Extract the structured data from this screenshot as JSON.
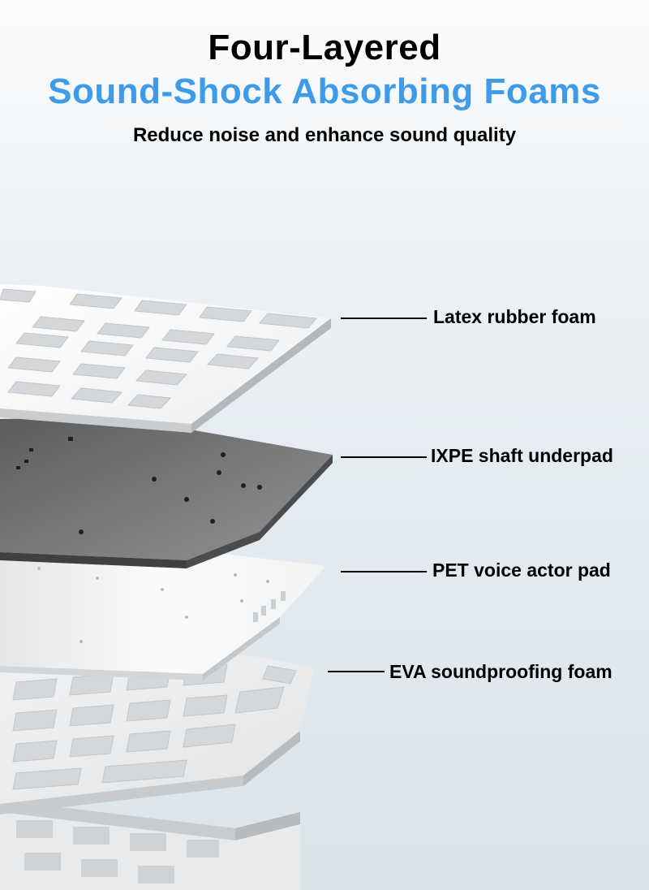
{
  "header": {
    "title_line1": "Four-Layered",
    "title_line2": "Sound-Shock Absorbing Foams",
    "subtitle": "Reduce noise and enhance sound quality"
  },
  "layers": [
    {
      "label": "Latex rubber foam",
      "color": "#f4f5f6"
    },
    {
      "label": "IXPE shaft underpad",
      "color": "#6f7173"
    },
    {
      "label": "PET voice actor pad",
      "color": "#f7f8f9"
    },
    {
      "label": "EVA soundproofing foam",
      "color": "#ececec"
    }
  ],
  "colors": {
    "accent": "#3d9be9",
    "text": "#000000"
  }
}
